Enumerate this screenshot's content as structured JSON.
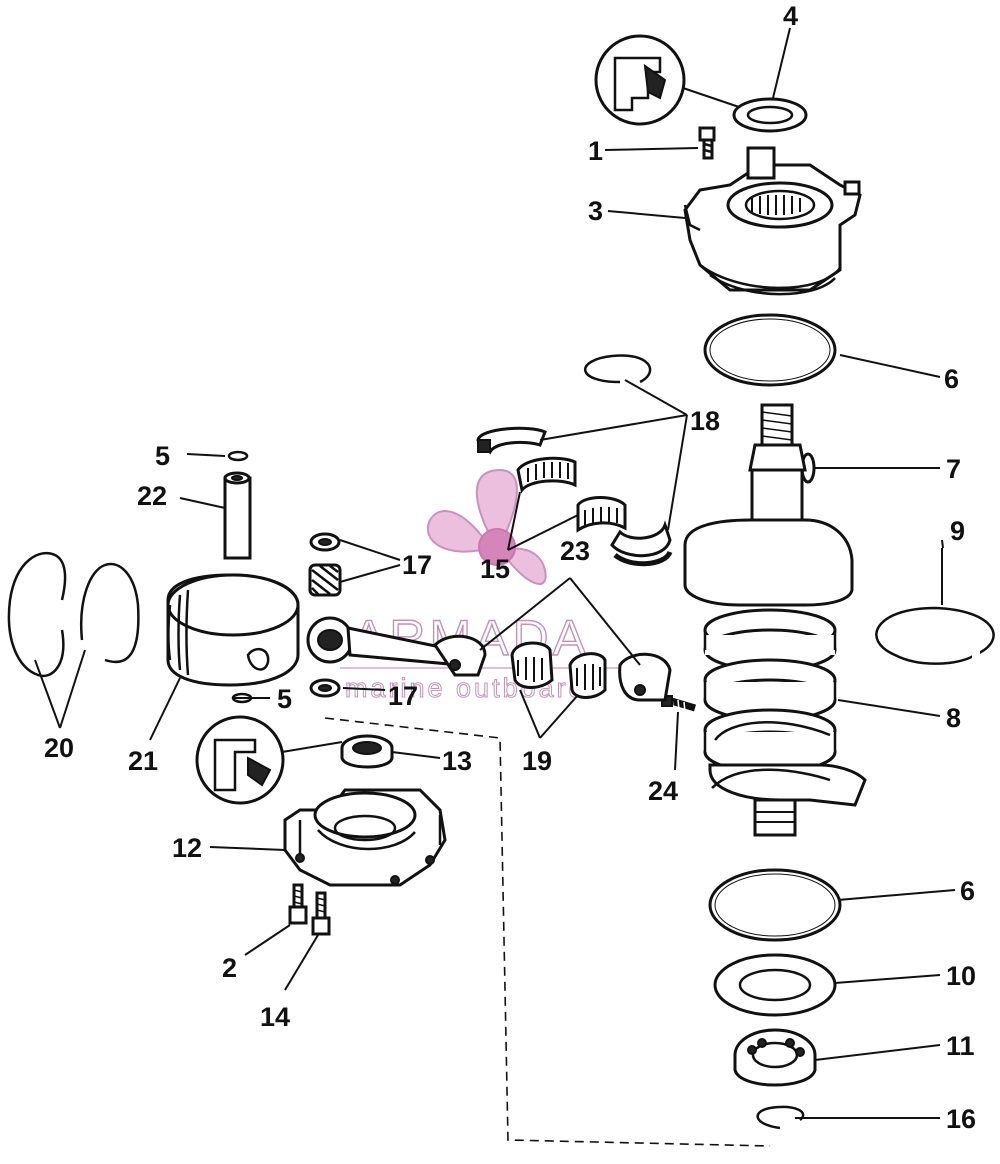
{
  "watermark": {
    "brand": "ARMADA",
    "tagline": "marine outboards",
    "logo_color": "#e0a0d0"
  },
  "callouts": {
    "c1": "1",
    "c2": "2",
    "c3": "3",
    "c4": "4",
    "c5a": "5",
    "c5b": "5",
    "c6a": "6",
    "c6b": "6",
    "c7": "7",
    "c8": "8",
    "c9": "9",
    "c10": "10",
    "c11": "11",
    "c12": "12",
    "c13": "13",
    "c14": "14",
    "c15": "15",
    "c16": "16",
    "c17a": "17",
    "c17b": "17",
    "c18": "18",
    "c19": "19",
    "c20": "20",
    "c21": "21",
    "c22": "22",
    "c23": "23",
    "c24": "24"
  }
}
